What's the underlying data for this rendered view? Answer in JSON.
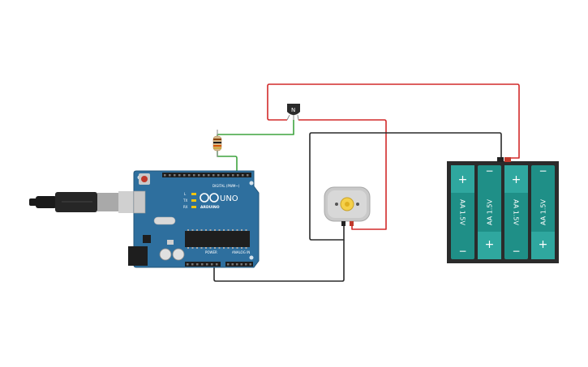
{
  "arduino": {
    "logo_text": "UNO",
    "brand_text": "ARDUINO",
    "digital_label": "DIGITAL (PWM~)",
    "power_label": "POWER",
    "analog_label": "ANALOG IN",
    "led_labels": [
      "L",
      "TX",
      "RX"
    ],
    "board_color": "#2e6f9e"
  },
  "transistor": {
    "label": "N"
  },
  "battery_pack": {
    "cells": [
      {
        "label": "AA 1.5V",
        "plus": "+",
        "minus": "−"
      },
      {
        "label": "AA 1.5V",
        "plus": "+",
        "minus": "−"
      },
      {
        "label": "AA 1.5V",
        "plus": "+",
        "minus": "−"
      },
      {
        "label": "AA 1.5V",
        "plus": "+",
        "minus": "−"
      }
    ],
    "cell_color": "#1f8f87"
  },
  "wires": {
    "red": "#d22a2a",
    "black": "#2b2b2b",
    "green": "#3fa43f"
  }
}
